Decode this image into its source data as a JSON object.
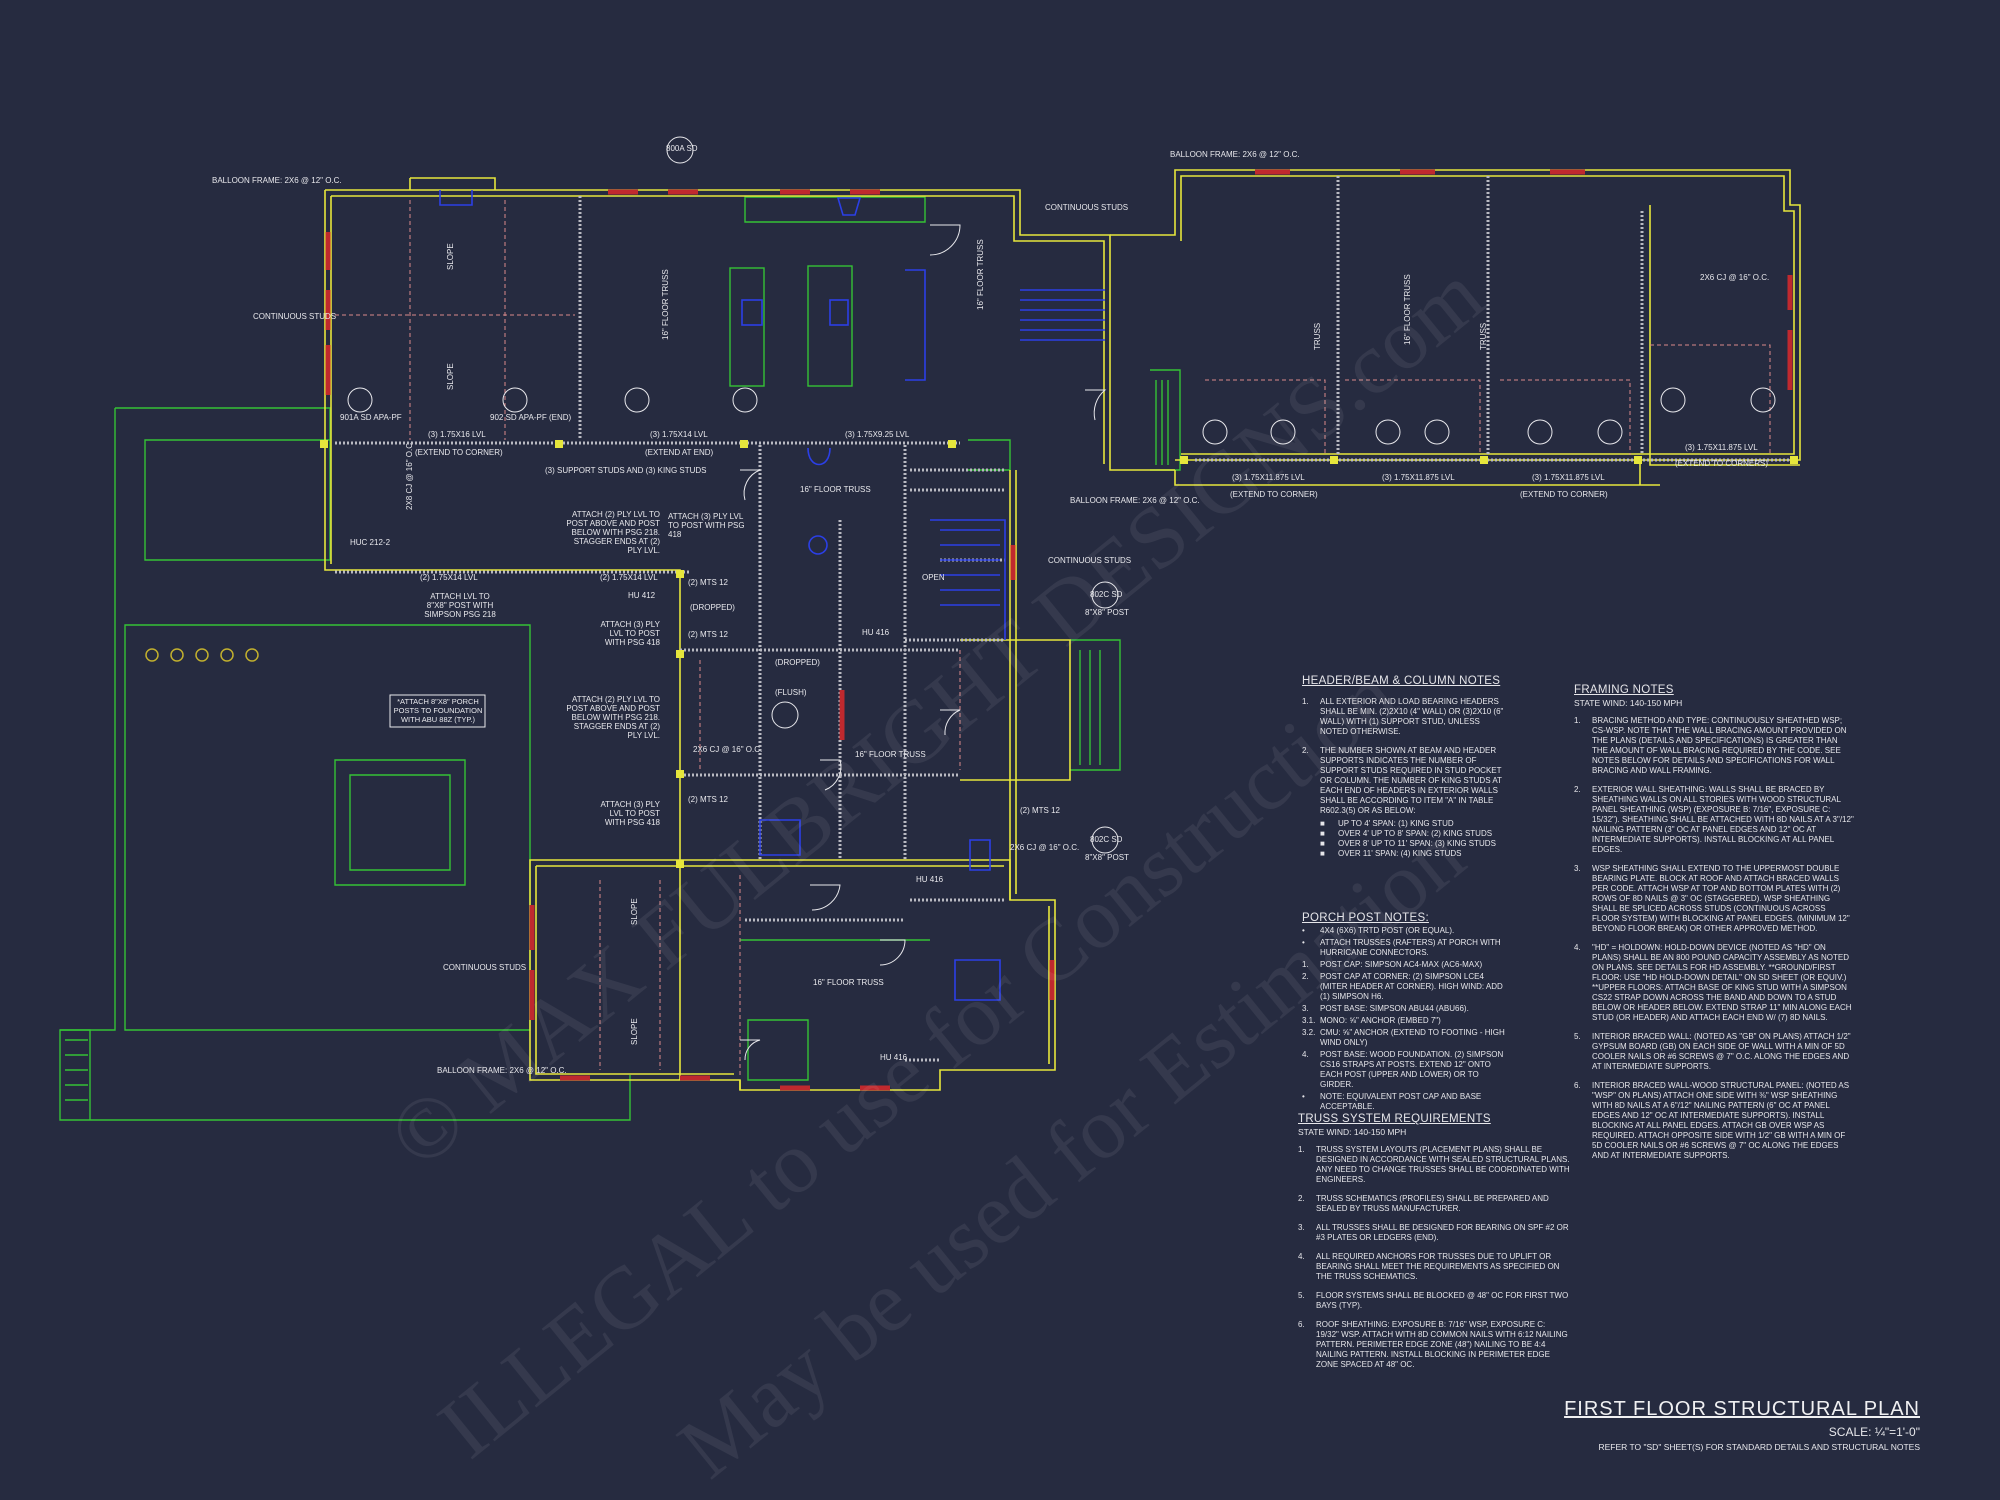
{
  "title": "FIRST FLOOR STRUCTURAL PLAN",
  "scale": "SCALE: ¼\"=1'-0\"",
  "reference_note": "REFER TO \"SD\" SHEET(S) FOR STANDARD DETAILS AND STRUCTURAL NOTES",
  "watermarks": [
    "© MAX FULBRIGHT DESIGNS.com",
    "ILLEGAL to use for Construction",
    "May be used for Estimation"
  ],
  "colors": {
    "background": "#262b40",
    "walls": "#e6e63c",
    "headers": "#c0292e",
    "site": "#35c235",
    "fixtures": "#2b3fe6",
    "framing": "#c9c9cf",
    "dims": "#d98a8a"
  },
  "plan_labels": {
    "balloon_frame_1": "BALLOON FRAME: 2x6 @ 12\" O.C.",
    "balloon_frame_2": "BALLOON FRAME: 2x6 @ 12\" O.C.",
    "balloon_frame_3": "BALLOON FRAME: 2x6 @ 12\" O.C.",
    "balloon_frame_4": "BALLOON FRAME: 2x6 @ 12\" O.C.",
    "continuous_studs_1": "CONTINUOUS STUDS",
    "continuous_studs_2": "CONTINUOUS STUDS",
    "continuous_studs_3": "CONTINUOUS STUDS",
    "continuous_studs_4": "CONTINUOUS STUDS",
    "tag_800a": "800A SD",
    "tag_802c_1": "802C SD",
    "tag_802c_2": "802C SD",
    "post_1": "8\"x8\" POST",
    "post_2": "8\"x8\" POST",
    "floor_truss_1": "16\" FLOOR TRUSS",
    "floor_truss_2": "16\" FLOOR TRUSS",
    "floor_truss_3": "16\" FLOOR TRUSS",
    "floor_truss_4": "16\" FLOOR TRUSS",
    "floor_truss_5": "16\" FLOOR TRUSS",
    "floor_truss_6": "16\" FLOOR TRUSS",
    "lvl_1": "(3) 1.75x16 LVL",
    "lvl_2": "(3) 1.75x14 LVL",
    "lvl_3": "(3) 1.75x9.25 LVL",
    "lvl_4": "(2) 1.75x14 LVL",
    "lvl_5": "(2) 1.75x14 LVL",
    "lvl_6": "(3) 1.75x11.875 LVL",
    "lvl_7": "(3) 1.75x11.875 LVL",
    "lvl_8": "(3) 1.75x11.875 LVL",
    "lvl_9": "(3) 1.75x11.875 LVL",
    "extend_corner_1": "(EXTEND TO CORNER)",
    "extend_end_1": "(EXTEND AT END)",
    "extend_corner_2": "(EXTEND TO CORNER)",
    "extend_corner_3": "(EXTEND TO CORNER)",
    "extend_corners": "(EXTEND TO CORNERS)",
    "attach_note_1": "(3) SUPPORT STUDS AND (3) KING STUDS",
    "attach_note_2": "ATTACH (2) PLY LVL TO POST ABOVE AND POST BELOW WITH PSG 218. STAGGER ENDS AT (2) PLY LVL.",
    "attach_note_3": "ATTACH (3) PLY LVL TO POST WITH PSG 418",
    "attach_note_4": "ATTACH LVL TO 8\"x8\" POST WITH SIMPSON PSG 218",
    "attach_note_5": "ATTACH (3) PLY LVL TO POST WITH PSG 418",
    "attach_note_6": "ATTACH (2) PLY LVL TO POST ABOVE AND POST BELOW WITH PSG 218. STAGGER ENDS AT (2) PLY LVL.",
    "attach_note_7": "ATTACH (3) PLY LVL TO POST WITH PSG 418",
    "porch_posts_note": "*ATTACH 8\"x8\" PORCH POSTS TO FOUNDATION WITH ABU 88Z (TYP.)",
    "huc": "HUC 212-2",
    "hu412": "HU 412",
    "hu416_1": "HU 416",
    "hu416_2": "HU 416",
    "hu416_3": "HU 416",
    "mts12_1": "(2) MTS 12",
    "mts12_2": "(2) MTS 12",
    "mts12_3": "(2) MTS 12",
    "mts12_4": "(2) MTS 12",
    "cj_1": "2x6 CJ @ 16\" O.C.",
    "cj_2": "2x8 CJ @ 16\" O.C.",
    "cj_3": "2x6 CJ @ 16\" O.C.",
    "cj_4": "2x6 CJ @ 16\" O.C.",
    "slope_1": "SLOPE",
    "slope_2": "SLOPE",
    "slope_3": "SLOPE",
    "slope_4": "SLOPE",
    "open": "OPEN",
    "dropped_1": "(DROPPED)",
    "dropped_2": "(DROPPED)",
    "flush": "(FLUSH)",
    "truss_1": "TRUSS",
    "truss_2": "TRUSS",
    "apa_901a": "901A SD APA-PF",
    "apa_902": "902 SD APA-PF (END)"
  },
  "header_beam_notes": {
    "title": "HEADER/BEAM & COLUMN NOTES",
    "items": [
      {
        "n": "1.",
        "text": "ALL EXTERIOR AND LOAD BEARING HEADERS SHALL BE MIN. (2)2x10 (4\" WALL) OR (3)2x10 (6\" WALL) WITH (1) SUPPORT STUD, UNLESS NOTED OTHERWISE."
      },
      {
        "n": "2.",
        "text": "THE NUMBER SHOWN AT BEAM AND HEADER SUPPORTS INDICATES THE NUMBER OF SUPPORT STUDS REQUIRED IN STUD POCKET OR COLUMN. THE NUMBER OF KING STUDS AT EACH END OF HEADERS IN EXTERIOR WALLS SHALL BE ACCORDING TO ITEM \"a\" IN TABLE R602.3(5) OR AS BELOW:"
      }
    ],
    "sub_items": [
      "UP TO 4' SPAN: (1) KING STUD",
      "OVER 4' UP TO 8' SPAN: (2) KING STUDS",
      "OVER 8' UP TO 11' SPAN: (3) KING STUDS",
      "OVER 11' SPAN: (4) KING STUDS"
    ]
  },
  "porch_post_notes": {
    "title": "PORCH POST NOTES:",
    "items": [
      {
        "n": "•",
        "text": "4X4 (6x6) TRTD POST (OR EQUAL)."
      },
      {
        "n": "•",
        "text": "ATTACH TRUSSES (RAFTERS) AT PORCH WITH HURRICANE CONNECTORS."
      },
      {
        "n": "1.",
        "text": "POST CAP: SIMPSON AC4-MAX (AC6-MAX)"
      },
      {
        "n": "2.",
        "text": "POST CAP AT CORNER: (2) SIMPSON LCE4 (MITER HEADER AT CORNER). HIGH WIND: ADD (1) SIMPSON H6."
      },
      {
        "n": "3.",
        "text": "POST BASE: SIMPSON ABU44 (ABU66)."
      },
      {
        "n": "3.1.",
        "text": "MONO: ⅝\" ANCHOR (EMBED 7\")"
      },
      {
        "n": "3.2.",
        "text": "CMU: ⅝\" ANCHOR (EXTEND TO FOOTING - HIGH WIND ONLY)"
      },
      {
        "n": "4.",
        "text": "POST BASE: WOOD FOUNDATION. (2) SIMPSON CS16 STRAPS AT POSTS. EXTEND 12\" ONTO EACH POST (UPPER AND LOWER) OR TO GIRDER."
      },
      {
        "n": "•",
        "text": "NOTE: EQUIVALENT POST CAP AND BASE ACCEPTABLE."
      }
    ]
  },
  "truss_requirements": {
    "title": "TRUSS SYSTEM REQUIREMENTS",
    "subtitle": "STATE Wind: 140-150 mph",
    "items": [
      {
        "n": "1.",
        "text": "TRUSS SYSTEM LAYOUTS (PLACEMENT PLANS) SHALL BE DESIGNED IN ACCORDANCE WITH SEALED STRUCTURAL PLANS. ANY NEED TO CHANGE TRUSSES SHALL BE COORDINATED WITH ENGINEERS."
      },
      {
        "n": "2.",
        "text": "TRUSS SCHEMATICS (PROFILES) SHALL BE PREPARED AND SEALED BY TRUSS MANUFACTURER."
      },
      {
        "n": "3.",
        "text": "ALL TRUSSES SHALL BE DESIGNED FOR BEARING ON SPF #2 OR #3 PLATES OR LEDGERS (END)."
      },
      {
        "n": "4.",
        "text": "ALL REQUIRED ANCHORS FOR TRUSSES DUE TO UPLIFT OR BEARING SHALL MEET THE REQUIREMENTS AS SPECIFIED ON THE TRUSS SCHEMATICS."
      },
      {
        "n": "5.",
        "text": "FLOOR SYSTEMS SHALL BE BLOCKED @ 48\" OC FOR FIRST TWO BAYS (TYP)."
      },
      {
        "n": "6.",
        "text": "ROOF SHEATHING: EXPOSURE B: 7/16\" WSP, EXPOSURE C: 19/32\" WSP. ATTACH WITH 8d COMMON NAILS WITH 6:12 NAILING PATTERN. PERIMETER EDGE ZONE (48\") NAILING TO BE 4:4 NAILING PATTERN. INSTALL BLOCKING IN PERIMETER EDGE ZONE SPACED AT 48\" OC."
      }
    ]
  },
  "framing_notes": {
    "title": "FRAMING NOTES",
    "subtitle": "STATE Wind: 140-150 mph",
    "items": [
      {
        "n": "1.",
        "text": "BRACING METHOD AND TYPE: CONTINUOUSLY SHEATHED WSP; CS-WSP. NOTE THAT THE WALL BRACING AMOUNT PROVIDED ON THE PLANS (DETAILS AND SPECIFICATIONS) IS GREATER THAN THE AMOUNT OF WALL BRACING REQUIRED BY THE CODE. SEE NOTES BELOW FOR DETAILS AND SPECIFICATIONS FOR WALL BRACING AND WALL FRAMING."
      },
      {
        "n": "2.",
        "text": "EXTERIOR WALL SHEATHING: WALLS SHALL BE BRACED BY SHEATHING WALLS ON ALL STORIES WITH WOOD STRUCTURAL PANEL SHEATHING (WSP) (EXPOSURE B: 7/16\", EXPOSURE C: 15/32\"). SHEATHING SHALL BE ATTACHED WITH 8d NAILS AT A 3\"/12\" NAILING PATTERN (3\" OC AT PANEL EDGES AND 12\" OC AT INTERMEDIATE SUPPORTS). INSTALL BLOCKING AT ALL PANEL EDGES."
      },
      {
        "n": "3.",
        "text": "WSP SHEATHING SHALL EXTEND TO THE UPPERMOST DOUBLE BEARING PLATE. BLOCK AT ROOF AND ATTACH BRACED WALLS PER CODE. ATTACH WSP AT TOP AND BOTTOM PLATES WITH (2) ROWS OF 8d NAILS @ 3\" OC (STAGGERED). WSP SHEATHING SHALL BE SPLICED ACROSS STUDS (CONTINUOUS ACROSS FLOOR SYSTEM) WITH BLOCKING AT PANEL EDGES. (MINIMUM 12\" BEYOND FLOOR BREAK) OR OTHER APPROVED METHOD."
      },
      {
        "n": "4.",
        "text": "\"HD\" = HOLDOWN: HOLD-DOWN DEVICE (NOTED AS \"HD\" ON PLANS) SHALL BE AN 800 POUND CAPACITY ASSEMBLY AS NOTED ON PLANS. SEE DETAILS FOR HD ASSEMBLY. **GROUND/FIRST FLOOR: USE \"HD HOLD-DOWN DETAIL\" ON SD SHEET (OR EQUIV.) **UPPER FLOORS: ATTACH BASE OF KING STUD WITH A SIMPSON CS22 STRAP DOWN ACROSS THE BAND AND DOWN TO A STUD BELOW OR HEADER BELOW. EXTEND STRAP 11\" MIN ALONG EACH STUD (OR HEADER) AND ATTACH EACH END W/ (7) 8d NAILS."
      },
      {
        "n": "5.",
        "text": "INTERIOR BRACED WALL: (NOTED AS \"GB\" ON PLANS) ATTACH 1/2\" GYPSUM BOARD (GB) ON EACH SIDE OF WALL WITH A MIN OF 5d COOLER NAILS OR #6 SCREWS @ 7\" O.C. ALONG THE EDGES AND AT INTERMEDIATE SUPPORTS."
      },
      {
        "n": "6.",
        "text": "INTERIOR BRACED WALL-WOOD STRUCTURAL PANEL: (NOTED AS \"WSP\" ON PLANS) ATTACH ONE SIDE WITH ⅜\" WSP SHEATHING WITH 8d NAILS AT A 6\"/12\" NAILING PATTERN (6\" OC AT PANEL EDGES AND 12\" OC AT INTERMEDIATE SUPPORTS). INSTALL BLOCKING AT ALL PANEL EDGES. ATTACH GB OVER WSP AS REQUIRED. ATTACH OPPOSITE SIDE WITH 1/2\" GB WITH A MIN OF 5d COOLER NAILS OR #6 SCREWS @ 7\" OC ALONG THE EDGES AND AT INTERMEDIATE SUPPORTS."
      }
    ]
  }
}
